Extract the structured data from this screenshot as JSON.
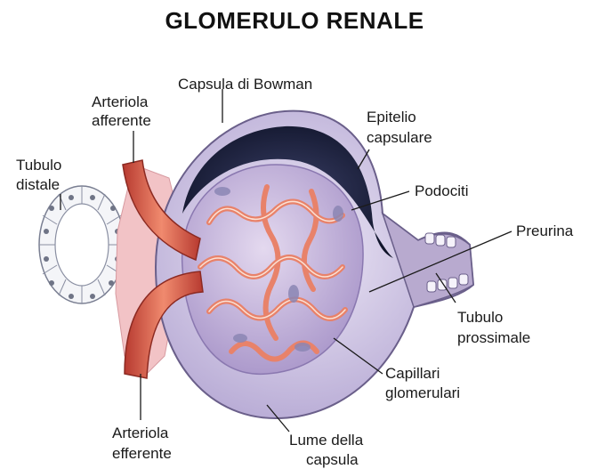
{
  "title": "GLOMERULO RENALE",
  "labels": {
    "capsula_bowman": "Capsula di Bowman",
    "arteriola_afferente_1": "Arteriola",
    "arteriola_afferente_2": "afferente",
    "epitelio_1": "Epitelio",
    "epitelio_2": "capsulare",
    "tubulo_distale_1": "Tubulo",
    "tubulo_distale_2": "distale",
    "podociti": "Podociti",
    "preurina": "Preurina",
    "tubulo_prossimale_1": "Tubulo",
    "tubulo_prossimale_2": "prossimale",
    "capillari_1": "Capillari",
    "capillari_2": "glomerulari",
    "arteriola_efferente_1": "Arteriola",
    "arteriola_efferente_2": "efferente",
    "lume_1": "Lume della",
    "lume_2": "capsula"
  },
  "colors": {
    "capsule_outer": "#d8d2ea",
    "capsule_lumen": "#1c2340",
    "glomerulus": "#c9b6de",
    "capillary": "#e8826a",
    "arteriole": "#d9624e",
    "tubule_cell": "#e9ecf2"
  }
}
